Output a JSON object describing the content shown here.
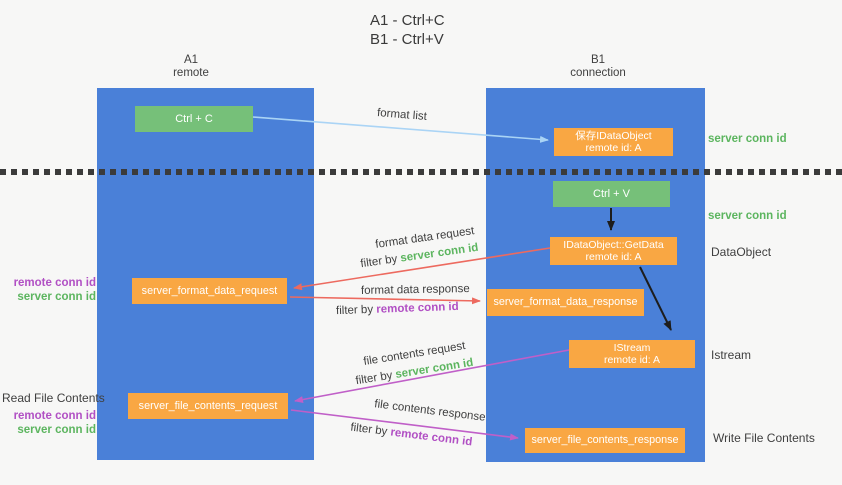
{
  "title": {
    "line1": "A1 - Ctrl+C",
    "line2": "B1 - Ctrl+V"
  },
  "columns": {
    "a1": {
      "name": "A1",
      "subtitle": "remote"
    },
    "b1": {
      "name": "B1",
      "subtitle": "connection"
    }
  },
  "nodes": {
    "ctrl_c": "Ctrl + C",
    "ctrl_v": "Ctrl + V",
    "save_idataobject": {
      "line1": "保存IDataObject",
      "line2": "remote id: A"
    },
    "getdata": {
      "line1": "IDataObject::GetData",
      "line2": "remote id: A"
    },
    "istream": {
      "line1": "IStream",
      "line2": "remote id: A"
    },
    "format_request": "server_format_data_request",
    "format_response": "server_format_data_response",
    "file_request": "server_file_contents_request",
    "file_response": "server_file_contents_response"
  },
  "arrow_labels": {
    "format_list": "format list",
    "format_data_request": "format data request",
    "format_data_response": "format data response",
    "file_contents_request": "file contents request",
    "file_contents_response": "file contents response",
    "filter_by": "filter by",
    "server_conn_id": "server conn id",
    "remote_conn_id": "remote conn id"
  },
  "side_labels": {
    "right": {
      "server_conn_id_top": "server conn id",
      "server_conn_id_mid": "server conn id",
      "dataobject": "DataObject",
      "istream": "Istream",
      "write_file_contents": "Write File Contents"
    },
    "left": {
      "remote_conn_id_1": "remote conn id",
      "server_conn_id_1": "server conn id",
      "read_file_contents": "Read File Contents",
      "remote_conn_id_2": "remote conn id",
      "server_conn_id_2": "server conn id"
    }
  },
  "colors": {
    "column_blue": "#4a80d8",
    "node_green": "#76c079",
    "node_orange": "#f9a743",
    "arrow_light_blue": "#aad4f5",
    "arrow_red": "#ed6a5f",
    "arrow_magenta": "#c05fc8",
    "arrow_black": "#1d1d1d",
    "text_green": "#5cb55f",
    "text_purple": "#b150c4",
    "text_dark": "#3f3f3f"
  }
}
